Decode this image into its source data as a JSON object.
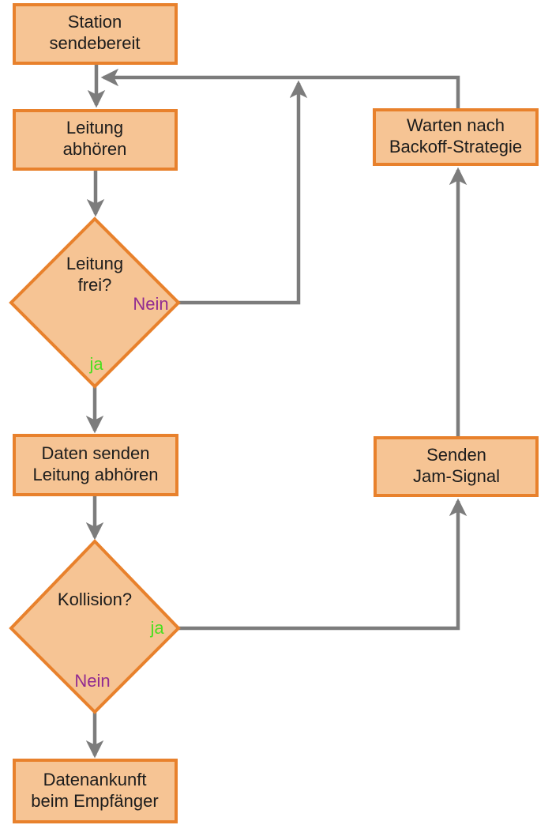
{
  "colors": {
    "background": "#FFFFFF",
    "node_fill": "#F6C494",
    "node_border": "#E8812C",
    "connector": "#7C7C7C",
    "text": "#1C1C1C",
    "yes_label": "#4BDE20",
    "no_label": "#912B91"
  },
  "nodes": {
    "station": {
      "line1": "Station",
      "line2": "sendebereit"
    },
    "leitung_abhoeren": {
      "line1": "Leitung",
      "line2": "abhören"
    },
    "leitung_frei": {
      "line1": "Leitung",
      "line2": "frei?"
    },
    "daten_senden": {
      "line1": "Daten senden",
      "line2": "Leitung abhören"
    },
    "kollision": {
      "line1": "Kollision?"
    },
    "datenankunft": {
      "line1": "Datenankunft",
      "line2": "beim Empfänger"
    },
    "warten_backoff": {
      "line1": "Warten nach",
      "line2": "Backoff-Strategie"
    },
    "senden_jam": {
      "line1": "Senden",
      "line2": "Jam-Signal"
    }
  },
  "edge_labels": {
    "leitung_frei_no": "Nein",
    "leitung_frei_yes": "ja",
    "kollision_yes": "ja",
    "kollision_no": "Nein"
  }
}
